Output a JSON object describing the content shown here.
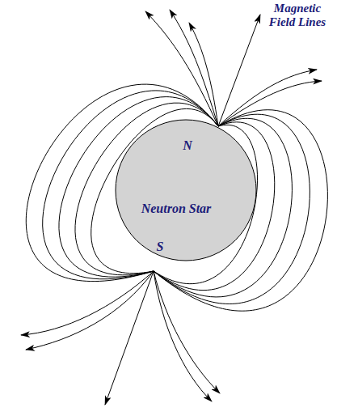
{
  "diagram": {
    "nodes": [
      {
        "text": [
          "N",
          "Neutron Star",
          "S"
        ]
      }
    ],
    "labels": [
      "Magnetic Field Lines"
    ]
  }
}
